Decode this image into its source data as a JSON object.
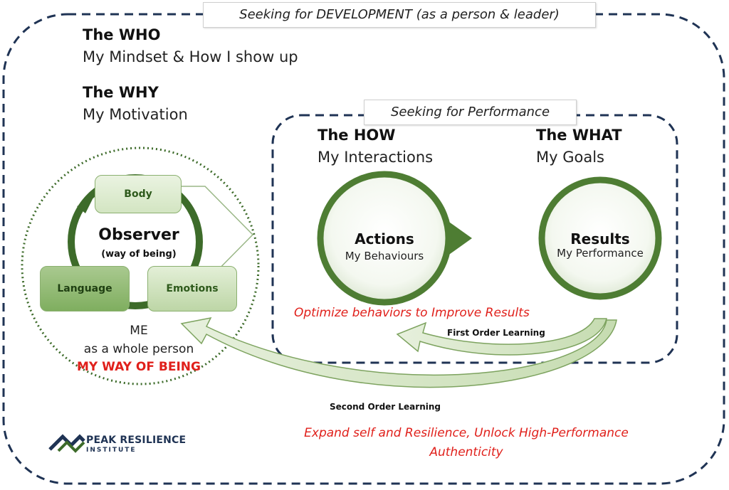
{
  "outer_label": "Seeking for DEVELOPMENT (as a person & leader)",
  "who": {
    "title": "The WHO",
    "subtitle": "My Mindset & How I show up"
  },
  "why": {
    "title": "The WHY",
    "subtitle": "My Motivation"
  },
  "inner_label": "Seeking for Performance",
  "how": {
    "title": "The HOW",
    "subtitle": "My Interactions"
  },
  "what": {
    "title": "The WHAT",
    "subtitle": "My Goals"
  },
  "observer": {
    "title": "Observer",
    "subtitle": "(way of being)",
    "body": "Body",
    "language": "Language",
    "emotions": "Emotions"
  },
  "me": {
    "line1": "ME",
    "line2": "as a whole person",
    "line3": "MY WAY OF BEING"
  },
  "actions": {
    "title": "Actions",
    "subtitle": "My Behaviours"
  },
  "results": {
    "title": "Results",
    "subtitle": "My Performance"
  },
  "optimize": "Optimize behaviors to Improve Results",
  "first_order": "First Order Learning",
  "second_order": "Second Order Learning",
  "expand": {
    "line1": "Expand self and Resilience, Unlock High-Performance",
    "line2": "Authenticity"
  },
  "logo": {
    "line1": "PEAK RESILIENCE",
    "line2": "INSTITUTE"
  },
  "colors": {
    "dark_navy": "#1f3354",
    "green_dark": "#3d6b2a",
    "green_mid": "#6e9c4c",
    "green_light": "#dcebcf",
    "red": "#e0201b"
  }
}
